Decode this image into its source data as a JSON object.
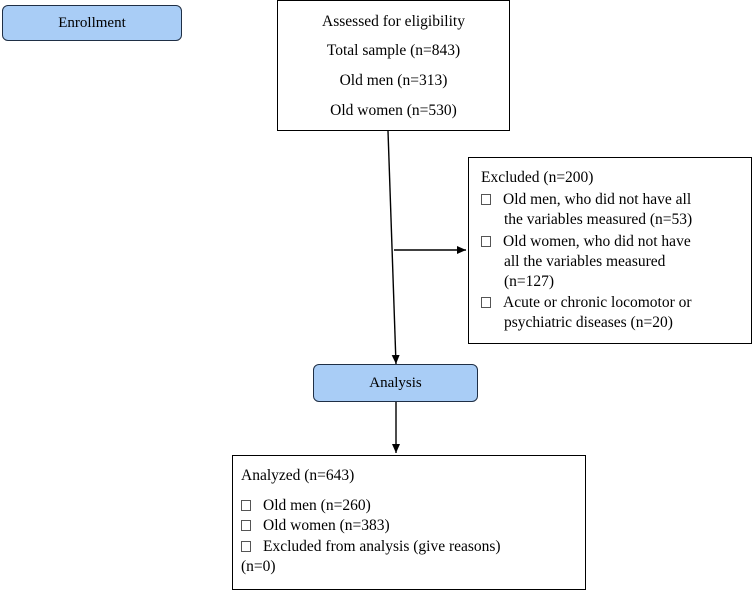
{
  "enrollment": {
    "label": "Enrollment"
  },
  "assessed": {
    "title": "Assessed for eligibility",
    "lines": [
      "Total sample (n=843)",
      "Old men (n=313)",
      "Old women (n=530)"
    ]
  },
  "excluded": {
    "title": "Excluded (n=200)",
    "items": [
      [
        "Old men, who did not have all",
        "the variables measured (n=53)"
      ],
      [
        "Old women, who did not have",
        "all the variables measured",
        "(n=127)"
      ],
      [
        "Acute or chronic locomotor or",
        "psychiatric diseases (n=20)"
      ]
    ]
  },
  "analysis": {
    "label": "Analysis"
  },
  "analyzed": {
    "title": "Analyzed (n=643)",
    "items": [
      "Old men (n=260)",
      "Old women (n=383)",
      "Excluded from analysis (give reasons)"
    ],
    "tail": "(n=0)"
  },
  "colors": {
    "pill_fill": "#a9cdf6",
    "pill_border": "#1f2f45",
    "line": "#000000"
  }
}
